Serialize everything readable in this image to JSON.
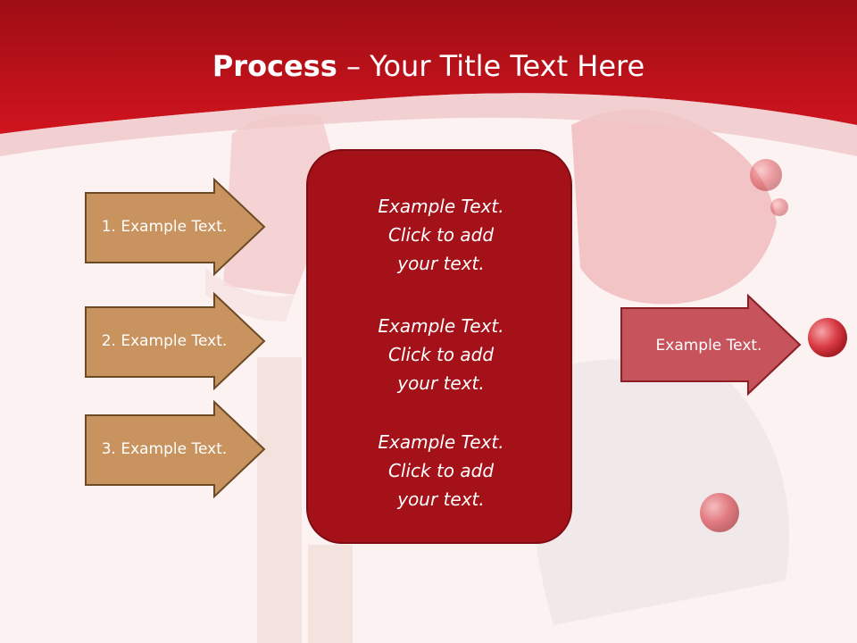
{
  "title": {
    "bold": "Process",
    "rest": " – Your Title Text Here"
  },
  "left_arrows": [
    {
      "label": "1. Example Text."
    },
    {
      "label": "2. Example Text."
    },
    {
      "label": "3. Example Text."
    }
  ],
  "center_box": {
    "items": [
      {
        "line1": "Example Text.",
        "line2": "Click  to add",
        "line3": "your text."
      },
      {
        "line1": "Example Text.",
        "line2": "Click  to add",
        "line3": "your text."
      },
      {
        "line1": "Example Text.",
        "line2": "Click  to add",
        "line3": "your text."
      }
    ]
  },
  "right_arrow": {
    "label": "Example Text."
  },
  "colors": {
    "header_red": "#c4121c",
    "arrow_tan": "#c8935f",
    "arrow_border": "#6b4a24",
    "center_red": "#a51119",
    "right_arrow_red": "#c7545c"
  }
}
